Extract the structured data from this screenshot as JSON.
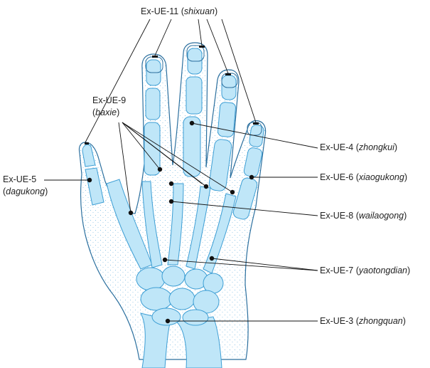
{
  "labels": {
    "ex_ue_11": {
      "code": "Ex-UE-11",
      "name": "shixuan"
    },
    "ex_ue_9": {
      "code": "Ex-UE-9",
      "name": "baxie"
    },
    "ex_ue_5": {
      "code": "Ex-UE-5",
      "name": "dagukong"
    },
    "ex_ue_4": {
      "code": "Ex-UE-4",
      "name": "zhongkui"
    },
    "ex_ue_6": {
      "code": "Ex-UE-6",
      "name": "xiaogukong"
    },
    "ex_ue_8": {
      "code": "Ex-UE-8",
      "name": "wailaogong"
    },
    "ex_ue_7": {
      "code": "Ex-UE-7",
      "name": "yaotongdian"
    },
    "ex_ue_3": {
      "code": "Ex-UE-3",
      "name": "zhongquan"
    }
  },
  "colors": {
    "bone_fill": "#bfe6f8",
    "bone_stroke": "#3d9ed4",
    "skin_outline": "#2b6f9e",
    "leader_line": "#111111",
    "point": "#111111"
  }
}
